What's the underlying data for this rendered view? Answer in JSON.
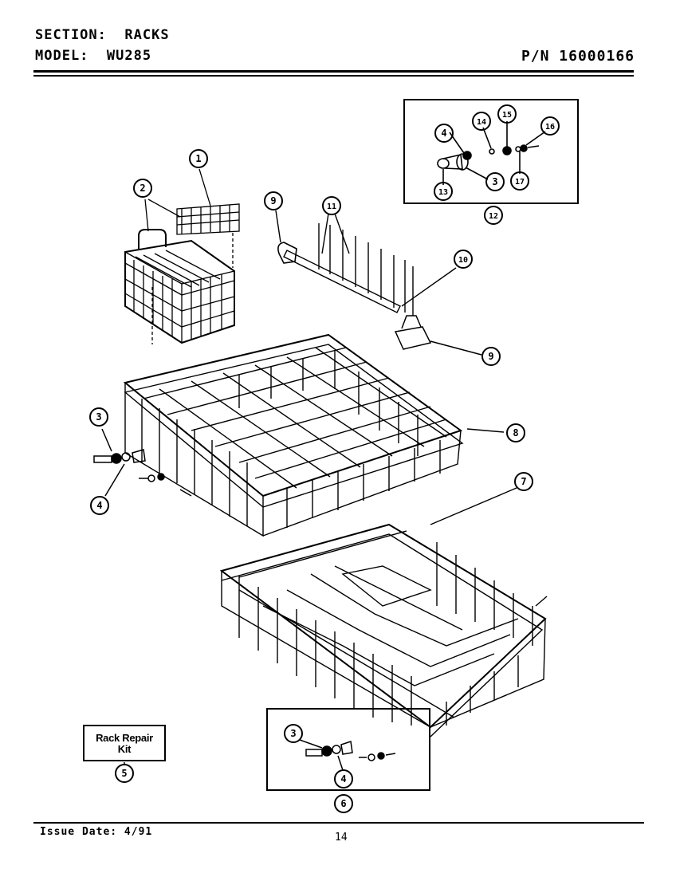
{
  "header": {
    "section_label": "SECTION:",
    "section_value": "RACKS",
    "model_label": "MODEL:",
    "model_value": "WU285",
    "part_number": "P/N 16000166"
  },
  "kit": {
    "line1": "Rack Repair",
    "line2": "Kit"
  },
  "callouts": [
    "1",
    "2",
    "3",
    "4",
    "5",
    "6",
    "7",
    "8",
    "9",
    "10",
    "11",
    "12",
    "13",
    "14",
    "15",
    "16",
    "17"
  ],
  "footer": {
    "issue_date": "Issue Date: 4/91",
    "page_number": "14"
  }
}
